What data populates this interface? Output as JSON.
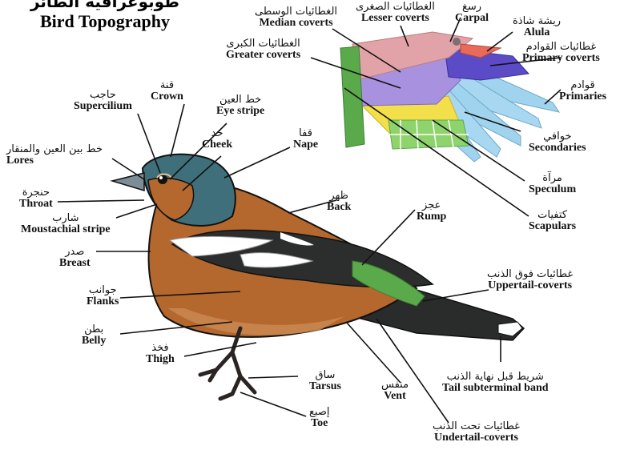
{
  "title": {
    "ar": "طوبوغرافية الطائر",
    "en": "Bird Topography"
  },
  "labels": {
    "supercilium": {
      "ar": "حاجب",
      "en": "Supercilium"
    },
    "crown": {
      "ar": "قنة",
      "en": "Crown"
    },
    "eye_stripe": {
      "ar": "خط العين",
      "en": "Eye stripe"
    },
    "cheek": {
      "ar": "خد",
      "en": "Cheek"
    },
    "nape": {
      "ar": "قفا",
      "en": "Nape"
    },
    "lores": {
      "ar": "خط بين العين والمنقار",
      "en": "Lores"
    },
    "throat": {
      "ar": "حنجرة",
      "en": "Throat"
    },
    "moustachial": {
      "ar": "شارب",
      "en": "Moustachial stripe"
    },
    "breast": {
      "ar": "صدر",
      "en": "Breast"
    },
    "back": {
      "ar": "ظهر",
      "en": "Back"
    },
    "rump": {
      "ar": "عجز",
      "en": "Rump"
    },
    "flanks": {
      "ar": "جوانب",
      "en": "Flanks"
    },
    "belly": {
      "ar": "بطن",
      "en": "Belly"
    },
    "thigh": {
      "ar": "فخذ",
      "en": "Thigh"
    },
    "tarsus": {
      "ar": "ساق",
      "en": "Tarsus"
    },
    "toe": {
      "ar": "إصبع",
      "en": "Toe"
    },
    "vent": {
      "ar": "منفس",
      "en": "Vent"
    },
    "undertail": {
      "ar": "غطائيات تحت الذنب",
      "en": "Undertail-coverts"
    },
    "uppertail": {
      "ar": "غطائيات فوق الذنب",
      "en": "Uppertail-coverts"
    },
    "tail_band": {
      "ar": "شريط قبل نهاية الذنب",
      "en": "Tail subterminal band"
    },
    "median": {
      "ar": "الغطائيات الوسطى",
      "en": "Median coverts"
    },
    "lesser": {
      "ar": "الغطائيات الصغرى",
      "en": "Lesser coverts"
    },
    "carpal": {
      "ar": "رسغ",
      "en": "Carpal"
    },
    "alula": {
      "ar": "ريشة شاذة",
      "en": "Alula"
    },
    "greater": {
      "ar": "الغطائيات الكبرى",
      "en": "Greater coverts"
    },
    "primary_coverts": {
      "ar": "غطائيات القوادم",
      "en": "Primary coverts"
    },
    "primaries": {
      "ar": "قوادم",
      "en": "Primaries"
    },
    "secondaries": {
      "ar": "خوافي",
      "en": "Secondaries"
    },
    "speculum": {
      "ar": "مرآة",
      "en": "Speculum"
    },
    "scapulars": {
      "ar": "كتفيات",
      "en": "Scapulars"
    }
  },
  "colors": {
    "body_orange": "#b5682e",
    "head_slate": "#3f6f7a",
    "wing_dark": "#2b2e2c",
    "green": "#5aa94a",
    "pink": "#e2a3a8",
    "purple": "#9a84d8",
    "sky_blue": "#9fd3ee",
    "yellow": "#f2df4a",
    "tail_dark": "#2a2b2b"
  }
}
